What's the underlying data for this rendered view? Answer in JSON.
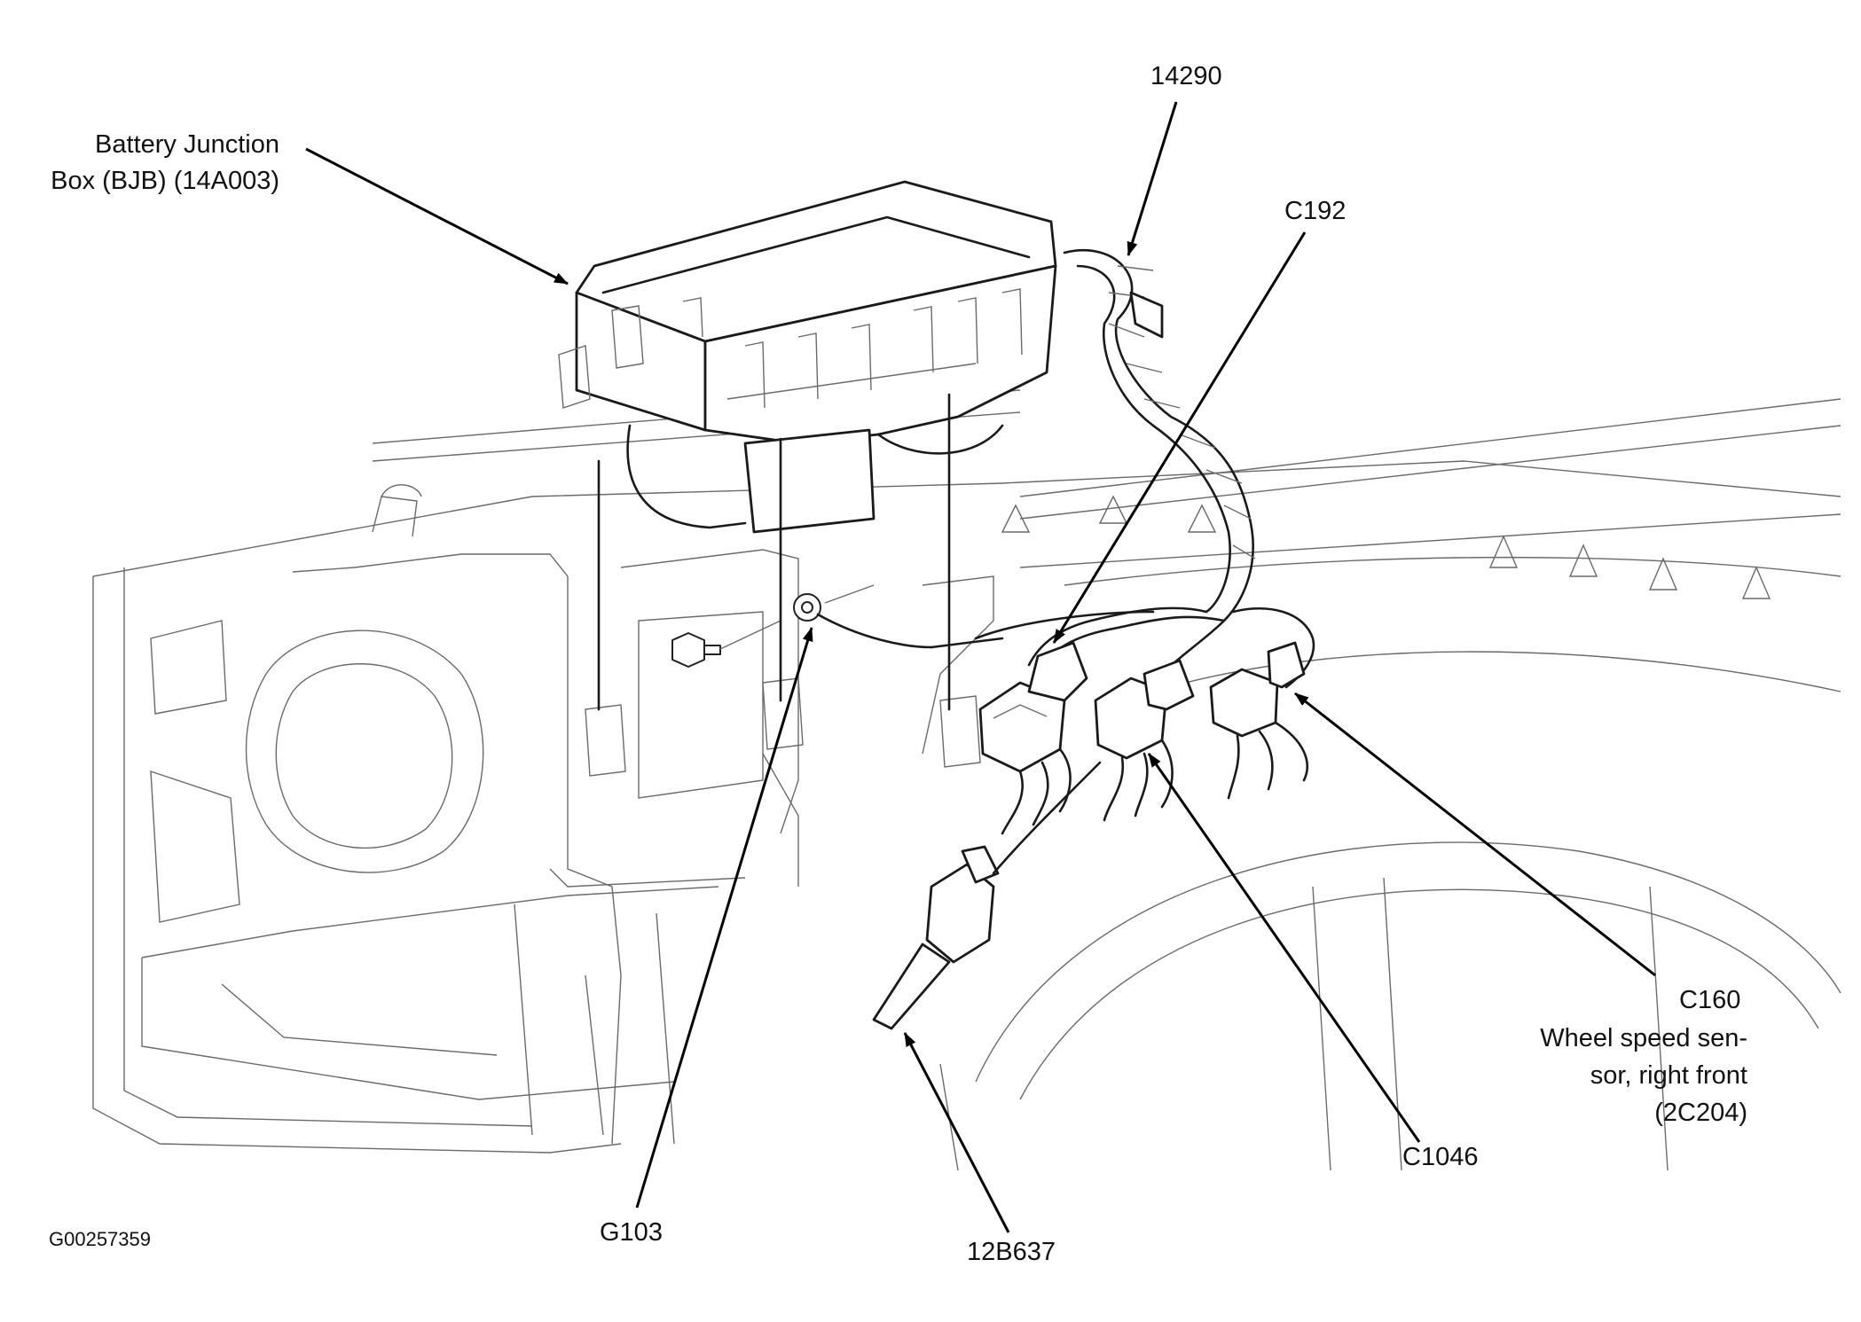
{
  "labels": {
    "bjb_line1": "Battery Junction",
    "bjb_line2": "Box (BJB) (14A003)",
    "harness": "14290",
    "c192": "C192",
    "c160": "C160",
    "c160_desc_line1": "Wheel speed sen-",
    "c160_desc_line2": "sor, right front",
    "c160_desc_line3": "(2C204)",
    "c1046": "C1046",
    "g103": "G103",
    "sensor": "12B637",
    "figure_id": "G00257359"
  }
}
